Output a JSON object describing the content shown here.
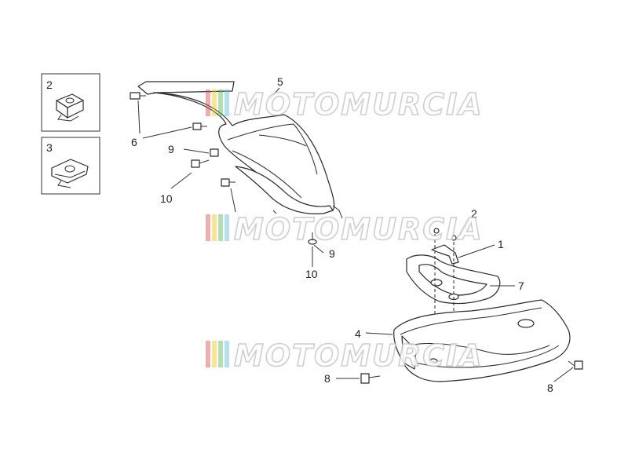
{
  "watermark": {
    "text": "MOTOMURCIA",
    "stripe_colors": [
      "#d9534f",
      "#f0c419",
      "#5cb85c",
      "#5bc0de"
    ]
  },
  "inset_boxes": [
    {
      "label": "2",
      "part": "spring-nut"
    },
    {
      "label": "3",
      "part": "clip-nut"
    }
  ],
  "callouts": {
    "c1": "1",
    "c2": "2",
    "c4": "4",
    "c5": "5",
    "c6": "6",
    "c7": "7",
    "c8a": "8",
    "c8b": "8",
    "c9a": "9",
    "c9b": "9",
    "c10a": "10",
    "c10b": "10"
  }
}
